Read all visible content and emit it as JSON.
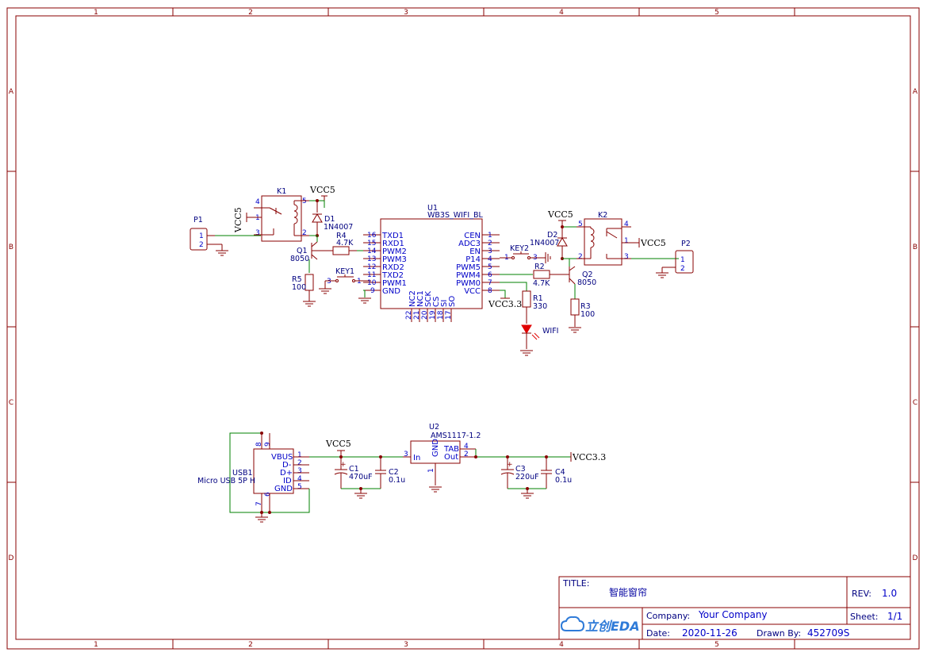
{
  "frame": {
    "columns": [
      "1",
      "2",
      "3",
      "4",
      "5"
    ],
    "rows": [
      "A",
      "B",
      "C",
      "D"
    ]
  },
  "title_block": {
    "title_label": "TITLE:",
    "title": "智能窗帘",
    "rev_label": "REV:",
    "rev": "1.0",
    "company_label": "Company:",
    "company": "Your Company",
    "sheet_label": "Sheet:",
    "sheet": "1/1",
    "date_label": "Date:",
    "date": "2020-11-26",
    "drawn_by_label": "Drawn By:",
    "drawn_by": "452709S",
    "logo_text": "立创EDA"
  },
  "power_labels": {
    "vcc5": "VCC5",
    "vcc33": "VCC3.3"
  },
  "components": {
    "k1": {
      "ref": "K1",
      "pins": [
        "4",
        "5",
        "1",
        "3",
        "2"
      ]
    },
    "k2": {
      "ref": "K2",
      "pins": [
        "5",
        "4",
        "1",
        "2",
        "3"
      ]
    },
    "d1": {
      "ref": "D1",
      "value": "1N4007"
    },
    "d2": {
      "ref": "D2",
      "value": "1N4007"
    },
    "q1": {
      "ref": "Q1",
      "value": "8050"
    },
    "q2": {
      "ref": "Q2",
      "value": "8050"
    },
    "r1": {
      "ref": "R1",
      "value": "330"
    },
    "r2": {
      "ref": "R2",
      "value": "4.7K"
    },
    "r3": {
      "ref": "R3",
      "value": "100"
    },
    "r4": {
      "ref": "R4",
      "value": "4.7K"
    },
    "r5": {
      "ref": "R5",
      "value": "100"
    },
    "key1": {
      "ref": "KEY1",
      "pins": [
        "3",
        "1"
      ]
    },
    "key2": {
      "ref": "KEY2",
      "pins": [
        "1",
        "3"
      ]
    },
    "p1": {
      "ref": "P1",
      "pins": [
        "1",
        "2"
      ]
    },
    "p2": {
      "ref": "P2",
      "pins": [
        "1",
        "2"
      ]
    },
    "led": {
      "ref": "WIFI"
    },
    "u1": {
      "ref": "U1",
      "value": "WB3S_WIFI_BL",
      "left_pins": [
        {
          "num": "16",
          "name": "TXD1"
        },
        {
          "num": "15",
          "name": "RXD1"
        },
        {
          "num": "14",
          "name": "PWM2"
        },
        {
          "num": "13",
          "name": "PWM3"
        },
        {
          "num": "12",
          "name": "RXD2"
        },
        {
          "num": "11",
          "name": "TXD2"
        },
        {
          "num": "10",
          "name": "PWM1"
        },
        {
          "num": "9",
          "name": "GND"
        }
      ],
      "right_pins": [
        {
          "num": "1",
          "name": "CEN"
        },
        {
          "num": "2",
          "name": "ADC3"
        },
        {
          "num": "3",
          "name": "EN"
        },
        {
          "num": "4",
          "name": "P14"
        },
        {
          "num": "5",
          "name": "PWM5"
        },
        {
          "num": "6",
          "name": "PWM4"
        },
        {
          "num": "7",
          "name": "PWM0"
        },
        {
          "num": "8",
          "name": "VCC"
        }
      ],
      "bottom_pins": [
        {
          "num": "22",
          "name": "NC2"
        },
        {
          "num": "21",
          "name": "NC1"
        },
        {
          "num": "20",
          "name": "SCK"
        },
        {
          "num": "19",
          "name": "CS"
        },
        {
          "num": "18",
          "name": "SI"
        },
        {
          "num": "17",
          "name": "SO"
        }
      ]
    },
    "usb1": {
      "ref": "USB1",
      "value": "Micro USB 5P H",
      "pins": [
        {
          "num": "1",
          "name": "VBUS"
        },
        {
          "num": "2",
          "name": "D-"
        },
        {
          "num": "3",
          "name": "D+"
        },
        {
          "num": "4",
          "name": "ID"
        },
        {
          "num": "5",
          "name": "GND"
        }
      ],
      "top_pins": [
        "8",
        "9"
      ],
      "bottom_pins": [
        "7",
        "6"
      ]
    },
    "u2": {
      "ref": "U2",
      "value": "AMS1117-1.2",
      "pin_in": {
        "num": "3",
        "name": "In"
      },
      "pin_gnd": {
        "num": "1",
        "name": "GND"
      },
      "pin_tab": {
        "num": "4",
        "name": "TAB"
      },
      "pin_out": {
        "num": "2",
        "name": "Out"
      }
    },
    "c1": {
      "ref": "C1",
      "value": "470uF"
    },
    "c2": {
      "ref": "C2",
      "value": "0.1u"
    },
    "c3": {
      "ref": "C3",
      "value": "220uF"
    },
    "c4": {
      "ref": "C4",
      "value": "0.1u"
    }
  }
}
